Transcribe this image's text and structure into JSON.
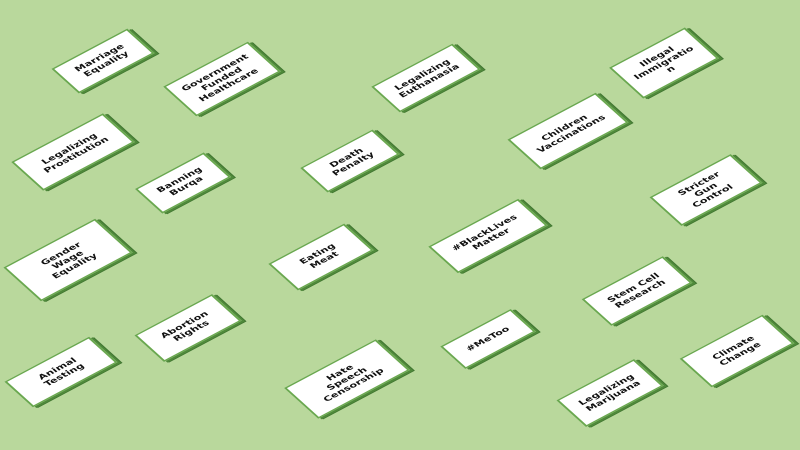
{
  "tiles": [
    {
      "id": "marriage-equality",
      "text": "Marriage\nEquality"
    },
    {
      "id": "government-funded-healthcare",
      "text": "Government\nFunded\nHealthcare"
    },
    {
      "id": "legalizing-euthanasia",
      "text": "Legalizing\nEuthanasia"
    },
    {
      "id": "illegal-immigration",
      "text": "Illegal\nImmigratio\nn"
    },
    {
      "id": "legalizing-prostitution",
      "text": "Legalizing\nProstitution"
    },
    {
      "id": "children-vaccinations",
      "text": "Children\nVaccinations"
    },
    {
      "id": "banning-burqa",
      "text": "Banning\nBurqa"
    },
    {
      "id": "death-penalty",
      "text": "Death\nPenalty"
    },
    {
      "id": "stricter-gun-control",
      "text": "Stricter\nGun\nControl"
    },
    {
      "id": "gender-wage-equality",
      "text": "Gender\nWage\nEquality"
    },
    {
      "id": "eating-meat",
      "text": "Eating\nMeat"
    },
    {
      "id": "black-lives-matter",
      "text": "#BlackLives\nMatter"
    },
    {
      "id": "stem-cell-research",
      "text": "Stem Cell\nResearch"
    },
    {
      "id": "abortion-rights",
      "text": "Abortion\nRights"
    },
    {
      "id": "metoo",
      "text": "#MeToo"
    },
    {
      "id": "climate-change",
      "text": "Climate\nChange"
    },
    {
      "id": "animal-testing",
      "text": "Animal\nTesting"
    },
    {
      "id": "hate-speech-censorship",
      "text": "Hate\nSpeech\nCensorship"
    },
    {
      "id": "legalizing-marijuana",
      "text": "Legalizing\nMarijuana"
    }
  ]
}
